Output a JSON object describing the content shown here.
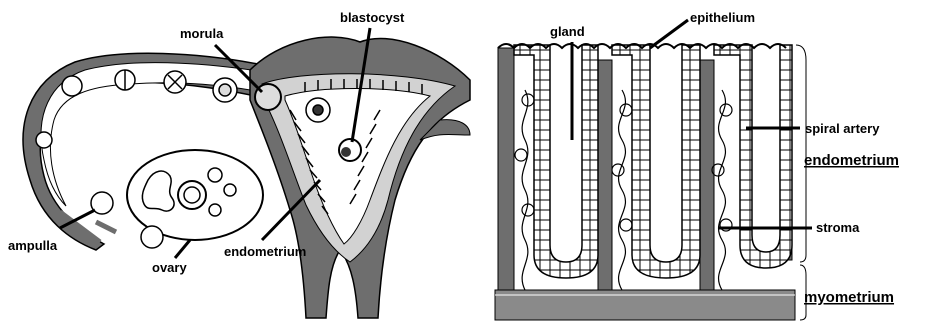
{
  "left_panel": {
    "labels": {
      "morula": "morula",
      "blastocyst": "blastocyst",
      "ampulla": "ampulla",
      "ovary": "ovary",
      "endometrium": "endometrium"
    }
  },
  "right_panel": {
    "labels": {
      "gland": "gland",
      "epithelium": "epithelium",
      "spiral_artery": "spiral artery",
      "endometrium": "endometrium",
      "stroma": "stroma",
      "myometrium": "myometrium"
    }
  },
  "colors": {
    "tissue_dark": "#6e6e6e",
    "tissue_light": "#d2d2d2",
    "outline": "#000000",
    "background": "#ffffff"
  }
}
